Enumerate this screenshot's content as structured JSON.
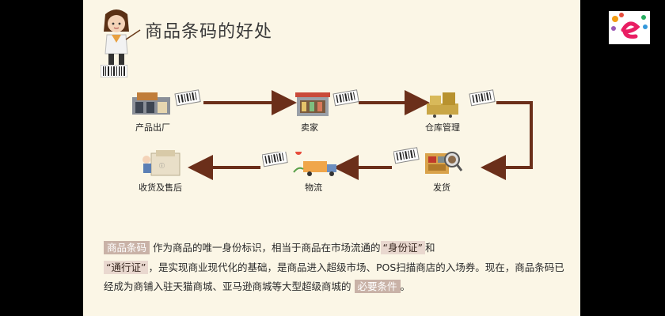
{
  "slide": {
    "title": "商品条码的好处",
    "steps": [
      {
        "label": "产品出厂",
        "icon": "factory-icon"
      },
      {
        "label": "卖家",
        "icon": "store-icon"
      },
      {
        "label": "仓库管理",
        "icon": "warehouse-icon"
      },
      {
        "label": "发货",
        "icon": "shipping-icon"
      },
      {
        "label": "物流",
        "icon": "logistics-truck-icon"
      },
      {
        "label": "收货及售后",
        "icon": "delivery-box-icon"
      }
    ],
    "paragraph": {
      "tag1": "商品条码",
      "t1": "作为商品的唯一身份标识，相当于商品在市场流通的",
      "tag2": "“身份证”",
      "t2": "和",
      "tag3": "“通行证”",
      "t3": "，是实现商业现代化的基础，是商品进入超级市场、POS扫描商店的入场券。现在，商品条码已经成为商铺入驻天猫商城、亚马逊商城等大型超级商城的",
      "tag4": "必要条件",
      "t4": "。"
    }
  },
  "colors": {
    "slide_bg": "#fbf6e6",
    "arrow": "#6b2f1a",
    "highlight": "#c9b2a7"
  }
}
